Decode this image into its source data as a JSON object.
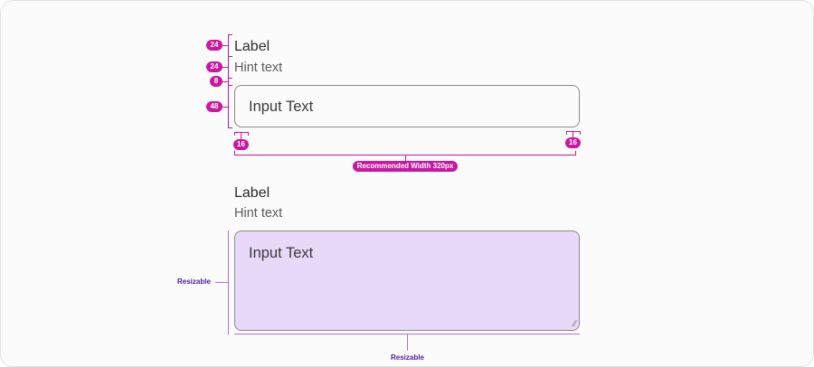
{
  "spec1": {
    "label": "Label",
    "hint": "Hint text",
    "input_text": "Input Text",
    "measures": {
      "label_height": "24",
      "hint_height": "24",
      "gap": "8",
      "input_height": "48",
      "left_padding": "16",
      "right_padding": "16"
    },
    "width_note": "Recommended Width 320px"
  },
  "spec2": {
    "label": "Label",
    "hint": "Hint text",
    "input_text": "Input Text",
    "resizable_left": "Resizable",
    "resizable_bottom": "Resizable"
  },
  "colors": {
    "annotation": "#c8189f",
    "resize": "#b26df0",
    "textarea_bg": "#e8d9f8"
  }
}
